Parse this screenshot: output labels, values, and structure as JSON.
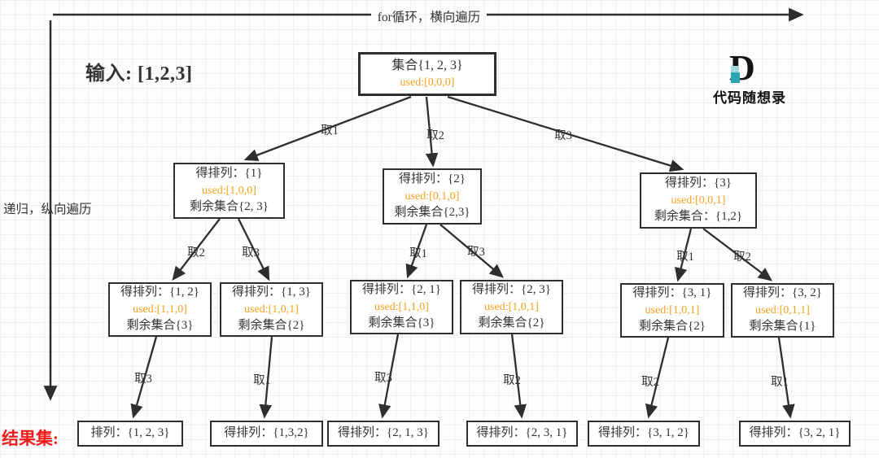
{
  "page": {
    "top_arrow_label": "for循环，横向遍历",
    "left_arrow_label": "递归，纵向遍历",
    "input_label": "输入: [1,2,3]",
    "result_label": "结果集:",
    "logo": {
      "letter": "D",
      "text": "代码随想录"
    }
  },
  "colors": {
    "ink": "#333333",
    "orange": "#f7a11d",
    "red": "#f21c1c",
    "teal": "#2ba6b0",
    "teal-light": "#9fd9dd"
  },
  "tree": {
    "root": {
      "title": "集合{1, 2, 3}",
      "used": "used:[0,0,0]"
    },
    "level2": [
      {
        "perm": "得排列：{1}",
        "used": "used:[1,0,0]",
        "rest": "剩余集合{2, 3}"
      },
      {
        "perm": "得排列：{2}",
        "used": "used:[0,1,0]",
        "rest": "剩余集合{2,3}"
      },
      {
        "perm": "得排列：{3}",
        "used": "used:[0,0,1]",
        "rest": "剩余集合：{1,2}"
      }
    ],
    "level3": [
      {
        "perm": "得排列：{1, 2}",
        "used": "used:[1,1,0]",
        "rest": "剩余集合{3}"
      },
      {
        "perm": "得排列：{1, 3}",
        "used": "used:[1,0,1]",
        "rest": "剩余集合{2}"
      },
      {
        "perm": "得排列：{2, 1}",
        "used": "used:[1,1,0]",
        "rest": "剩余集合{3}"
      },
      {
        "perm": "得排列：{2, 3}",
        "used": "used:[1,0,1]",
        "rest": "剩余集合{2}"
      },
      {
        "perm": "得排列：{3, 1}",
        "used": "used:[1,0,1]",
        "rest": "剩余集合{2}"
      },
      {
        "perm": "得排列：{3, 2}",
        "used": "used:[0,1,1]",
        "rest": "剩余集合{1}"
      }
    ],
    "leaves": [
      "排列：{1, 2, 3}",
      "得排列：{1,3,2}",
      "得排列：{2, 1, 3}",
      "得排列：{2, 3, 1}",
      "得排列：{3, 1, 2}",
      "得排列：{3, 2, 1}"
    ],
    "edge_labels_l1": [
      "取1",
      "取2",
      "取3"
    ],
    "edge_labels_l2": [
      "取2",
      "取3",
      "取1",
      "取3",
      "取1",
      "取2"
    ],
    "edge_labels_l3": [
      "取3",
      "取1",
      "取3",
      "取2",
      "取2",
      "取1"
    ]
  }
}
